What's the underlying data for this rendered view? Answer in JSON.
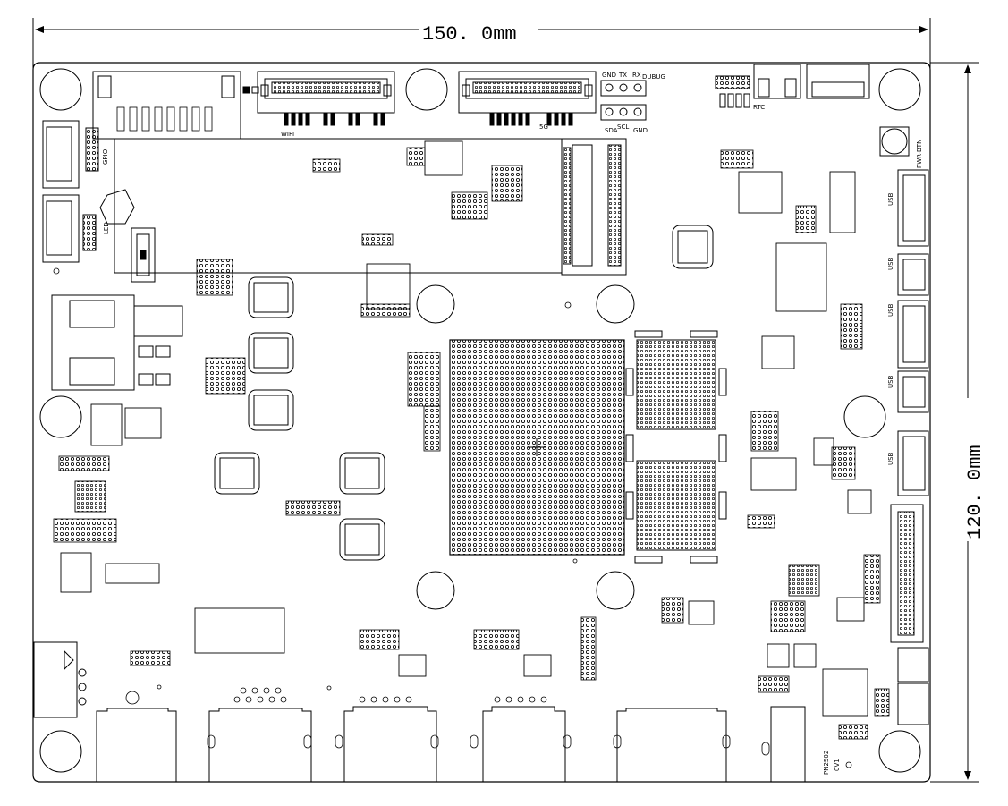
{
  "dimensions": {
    "width_label": "150. 0mm",
    "height_label": "120. 0mm"
  },
  "silkscreen": {
    "wifi": "WIFI",
    "fiveg": "5G",
    "debug": "DUBUG",
    "gnd_top": "GND",
    "tx": "TX",
    "rx": "RX",
    "sda": "SDA",
    "scl": "SCL",
    "gnd_bottom": "GND",
    "rtc": "RTC",
    "pwr_btn": "PWR-BTN",
    "usb1": "USB",
    "usb2": "USB",
    "usb3": "USB",
    "usb4": "USB",
    "usb5": "USB",
    "gpio": "GPIO",
    "led": "LED",
    "part_number": "PN2502",
    "version": "0V1"
  },
  "colors": {
    "ink": "#000000",
    "board": "#ffffff"
  }
}
